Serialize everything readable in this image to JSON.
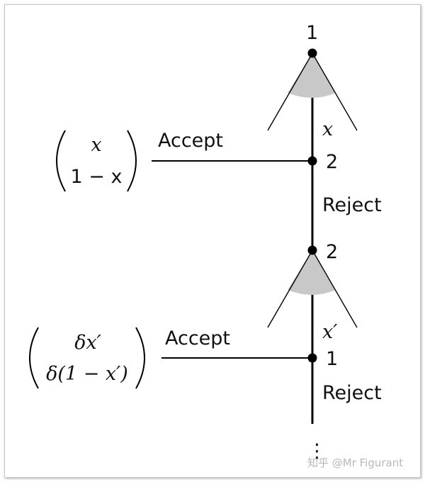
{
  "tree": {
    "top_node_player": "1",
    "first_offer": "x",
    "responder_node_player_1": "2",
    "accept_1": "Accept",
    "reject_1": "Reject",
    "payoff_1": {
      "top": "x",
      "bottom": "1 − x"
    },
    "counter_node_player": "2",
    "second_offer": "x′",
    "responder_node_player_2": "1",
    "accept_2": "Accept",
    "reject_2": "Reject",
    "payoff_2": {
      "top": "δx′",
      "bottom": "δ(1 − x′)"
    },
    "continuation": "⋮"
  },
  "watermark": "知乎 @Mr Figurant",
  "colors": {
    "line": "#000000",
    "wedge": "#c8c8c8",
    "watermark": "#b8b8b8"
  }
}
